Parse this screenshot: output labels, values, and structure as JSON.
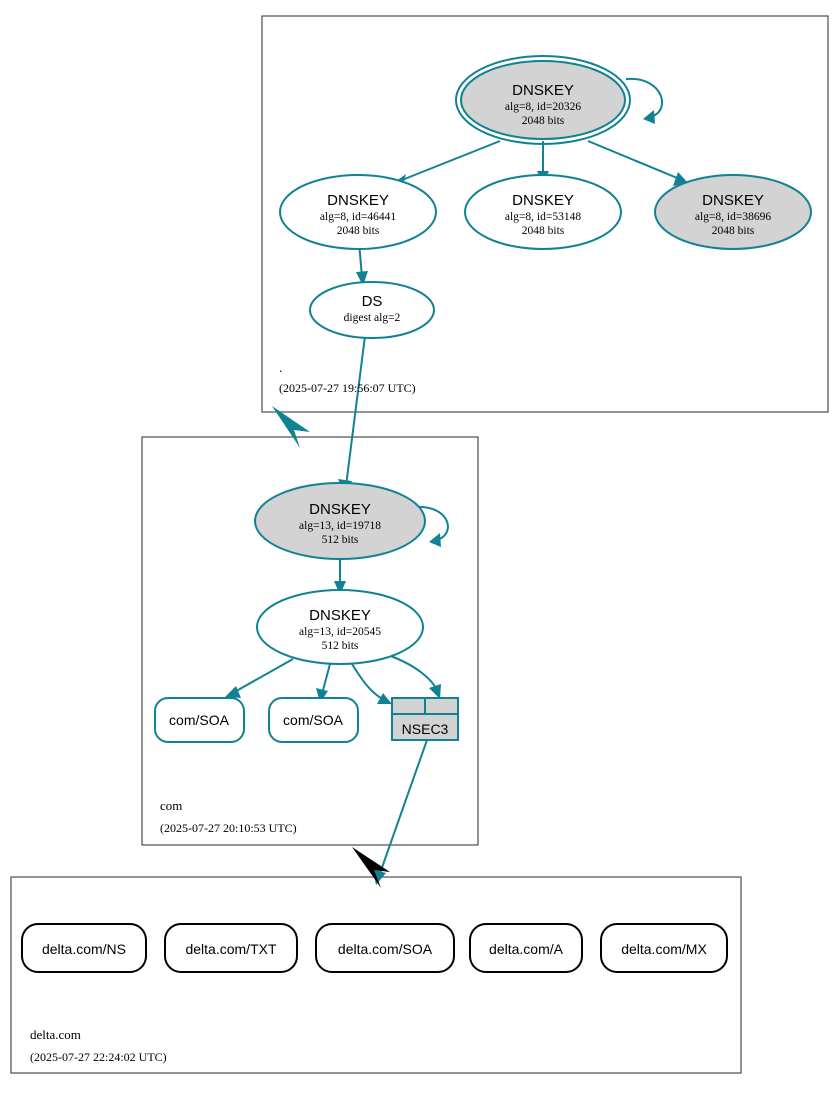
{
  "diagram": {
    "kind": "dnssec-authentication-chain",
    "colors": {
      "accent_teal": "#118293",
      "node_fill_secure": "#d3d3d3",
      "node_fill_plain": "#ffffff",
      "zone_border": "#4d4d4d",
      "insecure_black": "#000000"
    }
  },
  "zones": [
    {
      "id": "root",
      "name": ".",
      "timestamp": "(2025-07-27 19:56:07 UTC)",
      "nodes": [
        {
          "id": "root-ksk",
          "type": "DNSKEY",
          "title": "DNSKEY",
          "line2": "alg=8, id=20326",
          "line3": "2048 bits",
          "alg": 8,
          "key_id": 20326,
          "bits": 2048,
          "filled": true,
          "double_outline": true,
          "self_signed": true
        },
        {
          "id": "root-zsk-46441",
          "type": "DNSKEY",
          "title": "DNSKEY",
          "line2": "alg=8, id=46441",
          "line3": "2048 bits",
          "alg": 8,
          "key_id": 46441,
          "bits": 2048,
          "filled": false,
          "double_outline": false,
          "self_signed": false
        },
        {
          "id": "root-zsk-53148",
          "type": "DNSKEY",
          "title": "DNSKEY",
          "line2": "alg=8, id=53148",
          "line3": "2048 bits",
          "alg": 8,
          "key_id": 53148,
          "bits": 2048,
          "filled": false,
          "double_outline": false,
          "self_signed": false
        },
        {
          "id": "root-zsk-38696",
          "type": "DNSKEY",
          "title": "DNSKEY",
          "line2": "alg=8, id=38696",
          "line3": "2048 bits",
          "alg": 8,
          "key_id": 38696,
          "bits": 2048,
          "filled": true,
          "double_outline": false,
          "self_signed": false
        },
        {
          "id": "root-ds",
          "type": "DS",
          "title": "DS",
          "line2": "digest alg=2",
          "line3": "",
          "digest_alg": 2,
          "filled": false,
          "double_outline": false,
          "self_signed": false
        }
      ]
    },
    {
      "id": "com",
      "name": "com",
      "timestamp": "(2025-07-27 20:10:53 UTC)",
      "nodes": [
        {
          "id": "com-ksk",
          "type": "DNSKEY",
          "title": "DNSKEY",
          "line2": "alg=13, id=19718",
          "line3": "512 bits",
          "alg": 13,
          "key_id": 19718,
          "bits": 512,
          "filled": true,
          "double_outline": false,
          "self_signed": true
        },
        {
          "id": "com-zsk",
          "type": "DNSKEY",
          "title": "DNSKEY",
          "line2": "alg=13, id=20545",
          "line3": "512 bits",
          "alg": 13,
          "key_id": 20545,
          "bits": 512,
          "filled": false,
          "double_outline": false,
          "self_signed": false
        }
      ],
      "records": [
        {
          "id": "com-soa-1",
          "label": "com/SOA",
          "style": "rr-box"
        },
        {
          "id": "com-soa-2",
          "label": "com/SOA",
          "style": "rr-box"
        },
        {
          "id": "com-nsec3",
          "label": "NSEC3",
          "style": "nsec-box"
        }
      ]
    },
    {
      "id": "delta",
      "name": "delta.com",
      "timestamp": "(2025-07-27 22:24:02 UTC)",
      "records": [
        {
          "id": "delta-ns",
          "label": "delta.com/NS",
          "style": "rr-box-black"
        },
        {
          "id": "delta-txt",
          "label": "delta.com/TXT",
          "style": "rr-box-black"
        },
        {
          "id": "delta-soa",
          "label": "delta.com/SOA",
          "style": "rr-box-black"
        },
        {
          "id": "delta-a",
          "label": "delta.com/A",
          "style": "rr-box-black"
        },
        {
          "id": "delta-mx",
          "label": "delta.com/MX",
          "style": "rr-box-black"
        }
      ]
    }
  ]
}
